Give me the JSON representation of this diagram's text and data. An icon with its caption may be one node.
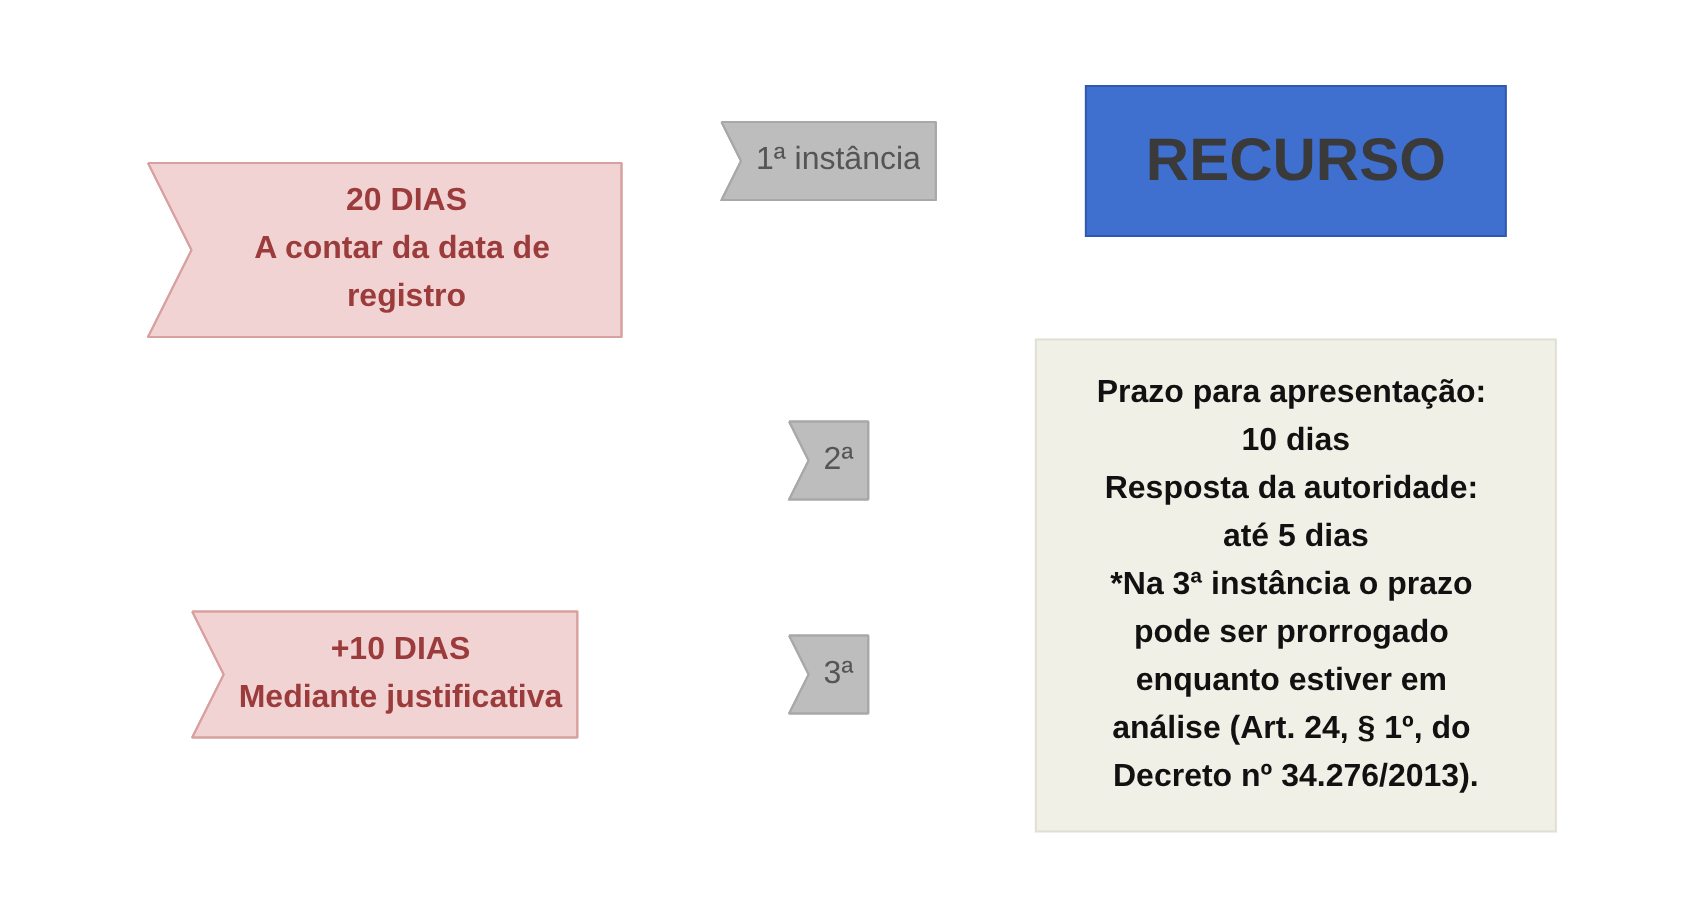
{
  "diagram": {
    "nodes": [
      {
        "text": [
          "20 DIAS",
          "A contar da data de registro"
        ]
      },
      {
        "text": [
          "+10 DIAS",
          "Mediante justificativa"
        ]
      },
      {
        "text": [
          "1ª instância"
        ]
      },
      {
        "text": [
          "2ª"
        ]
      },
      {
        "text": [
          "3ª"
        ]
      },
      {
        "text": [
          "RECURSO"
        ]
      },
      {
        "text": [
          "Prazo para apresentação: 10 dias",
          "Resposta da autoridade: até 5 dias",
          "*Na 3ª instância o prazo pode ser prorrogado enquanto estiver em análise (Art. 24, § 1º, do Decreto nº 34.276/2013)."
        ]
      }
    ]
  }
}
